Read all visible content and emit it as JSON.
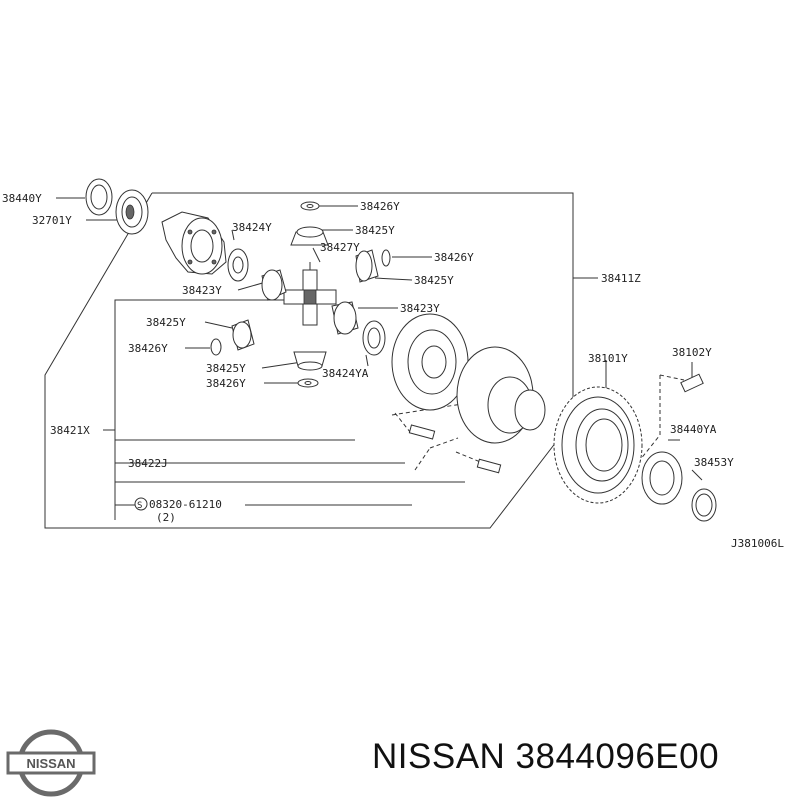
{
  "diagram": {
    "labels": {
      "p38440Y": "38440Y",
      "p32701Y": "32701Y",
      "p38426Y_top": "38426Y",
      "p38425Y_top": "38425Y",
      "p38424Y": "38424Y",
      "p38427Y": "38427Y",
      "p38426Y_right": "38426Y",
      "p38425Y_right": "38425Y",
      "p38411Z": "38411Z",
      "p38423Y_left": "38423Y",
      "p38423Y_right": "38423Y",
      "p38425Y_left": "38425Y",
      "p38426Y_left": "38426Y",
      "p38425Y_bottom": "38425Y",
      "p38424YA": "38424YA",
      "p38426Y_bottom": "38426Y",
      "p38421X": "38421X",
      "p38422J": "38422J",
      "p08320_61210": "08320-61210",
      "p08320_circle": "S",
      "p08320_qty": "(2)",
      "p38101Y": "38101Y",
      "p38102Y": "38102Y",
      "p38440YA": "38440YA",
      "p38453Y": "38453Y",
      "drawing_code": "J381006L"
    }
  },
  "brand": {
    "logo_text": "NISSAN",
    "caption": "NISSAN 3844096E00"
  }
}
